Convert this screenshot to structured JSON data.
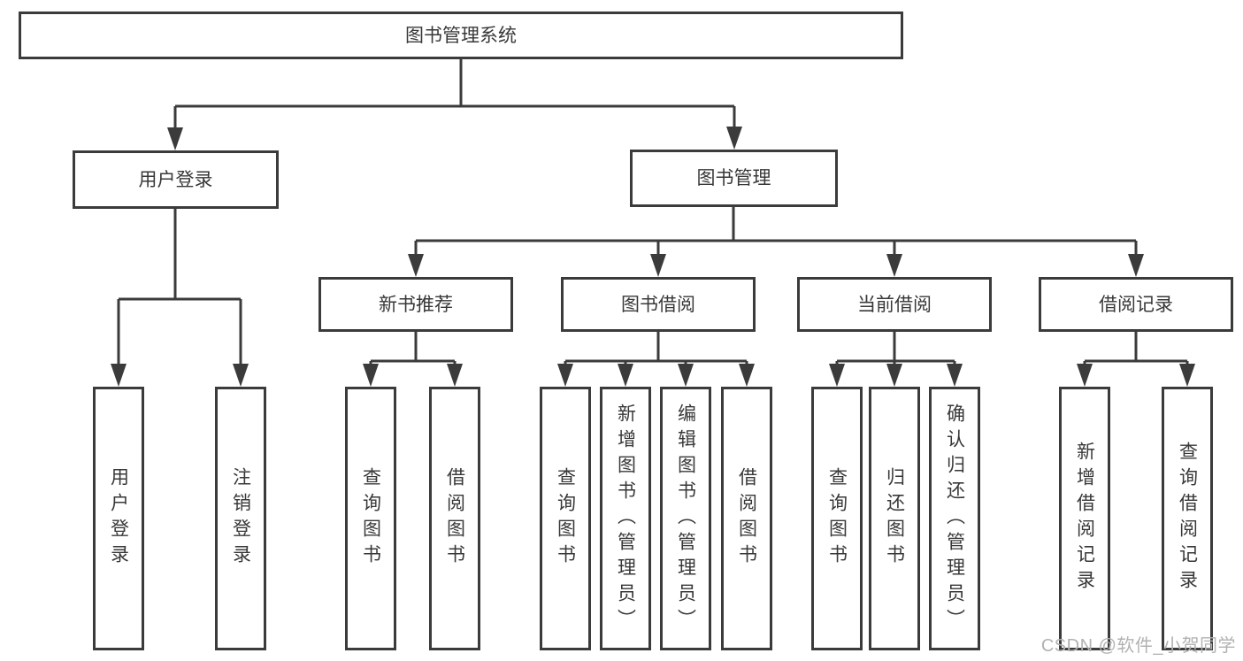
{
  "colors": {
    "line": "#3b3b3b",
    "text": "#383838",
    "background": "#ffffff",
    "watermark_color": "#b3b1b1"
  },
  "nodes": {
    "root": "图书管理系统",
    "user_login": "用户登录",
    "book_management": "图书管理",
    "new_book_recommend": "新书推荐",
    "book_borrowing": "图书借阅",
    "current_borrowing": "当前借阅",
    "borrowing_records": "借阅记录",
    "leaf_user_login": "用户登录",
    "leaf_logout": "注销登录",
    "leaf_query_books_1": "查询图书",
    "leaf_borrow_books_1": "借阅图书",
    "leaf_query_books_2": "查询图书",
    "leaf_add_books_admin": "新增图书（管理员）",
    "leaf_edit_books_admin": "编辑图书（管理员）",
    "leaf_borrow_books_2": "借阅图书",
    "leaf_query_books_3": "查询图书",
    "leaf_return_books": "归还图书",
    "leaf_confirm_return_admin": "确认归还（管理员）",
    "leaf_add_borrow_record": "新增借阅记录",
    "leaf_query_borrow_record": "查询借阅记录"
  },
  "watermark": "CSDN @软件_小贺同学"
}
